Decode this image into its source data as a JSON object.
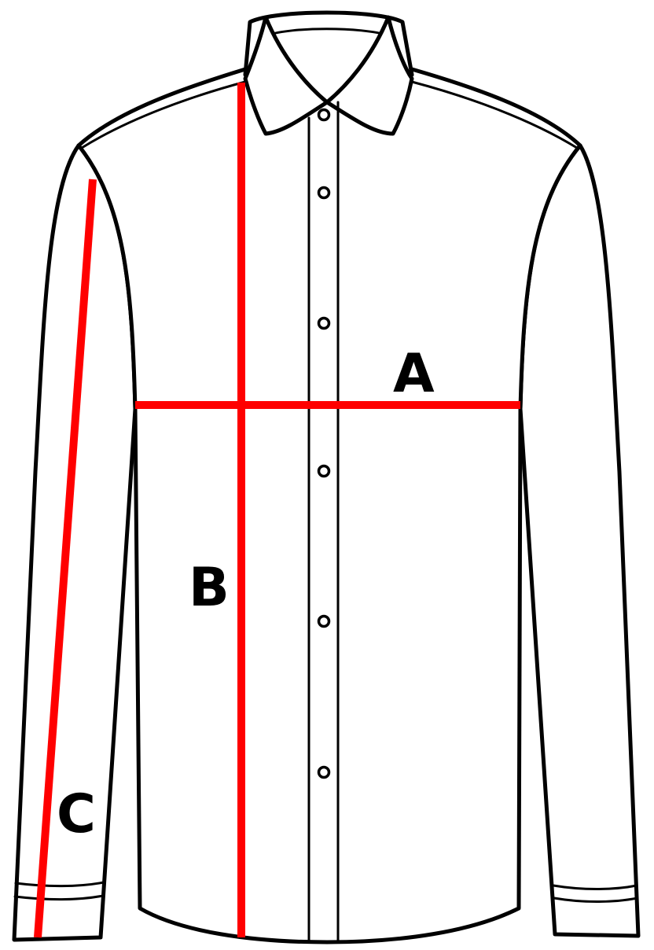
{
  "colors": {
    "outline": "#000000",
    "measure": "#ff0000",
    "label": "#000000",
    "fill": "#ffffff"
  },
  "measurements": {
    "a": {
      "label": "A"
    },
    "b": {
      "label": "B"
    },
    "c": {
      "label": "C"
    }
  },
  "buttons": 6
}
